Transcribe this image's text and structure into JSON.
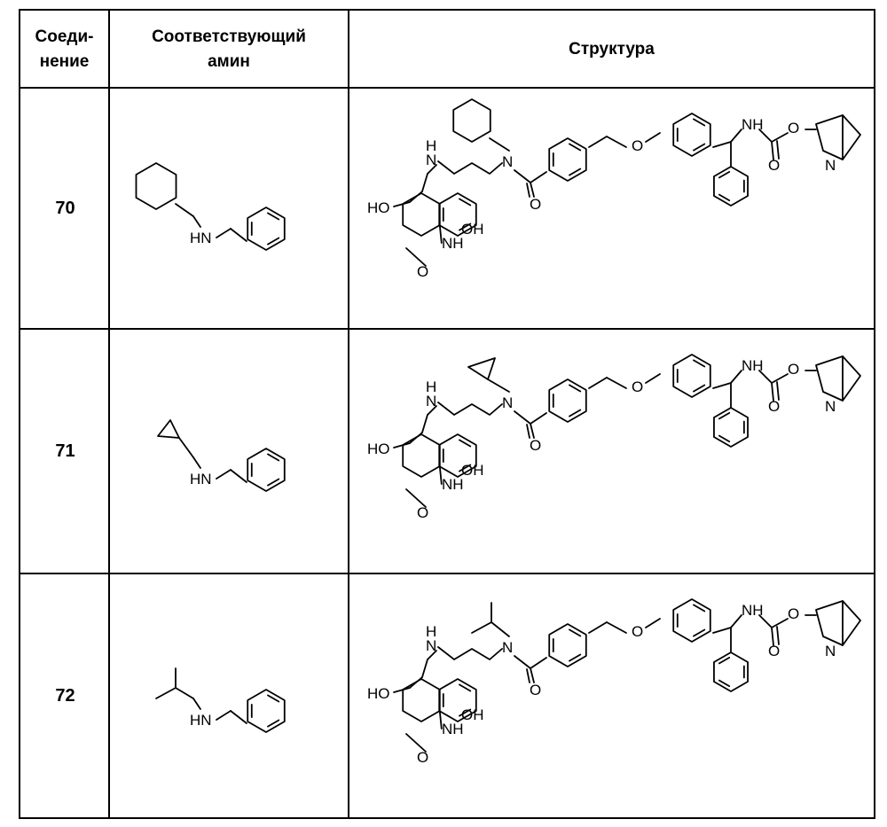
{
  "header": {
    "col1_line1": "Соеди-",
    "col1_line2": "нение",
    "col2_line1": "Соответствующий",
    "col2_line2": "амин",
    "col3": "Структура"
  },
  "rows": [
    {
      "compound": "70",
      "amine_substituent": "cyclohexylmethyl"
    },
    {
      "compound": "71",
      "amine_substituent": "cyclopropylmethyl"
    },
    {
      "compound": "72",
      "amine_substituent": "isobutyl"
    }
  ],
  "labels": {
    "hn": "HN",
    "h": "H",
    "n": "N",
    "o": "O",
    "ho": "HO",
    "oh": "OH",
    "nh": "NH"
  }
}
